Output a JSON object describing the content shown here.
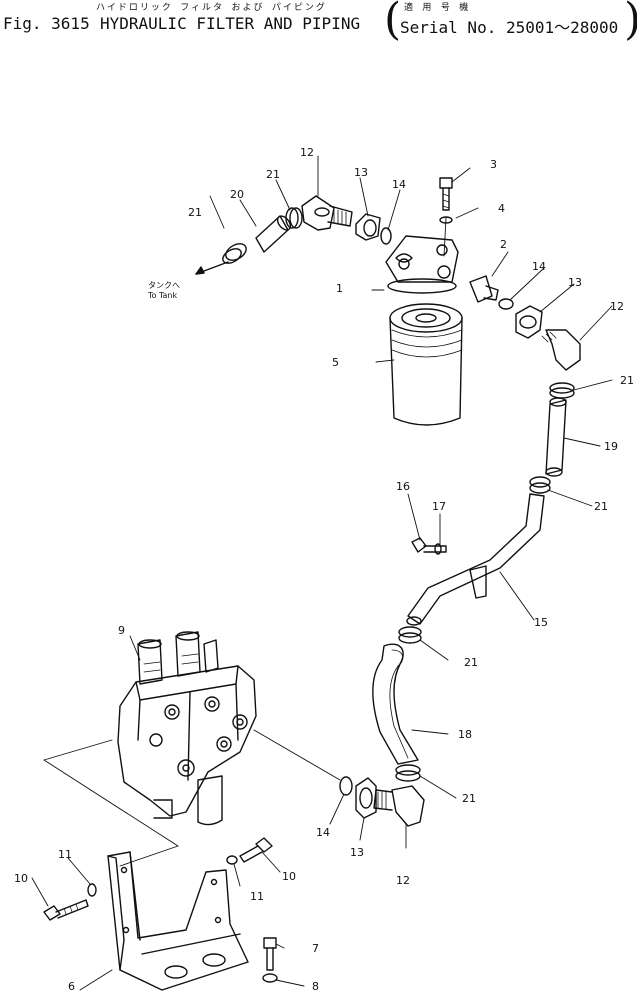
{
  "header": {
    "figure": "Fig. 3615",
    "title_ja": "ハイドロリック フィルタ および パイピング",
    "title_en": "HYDRAULIC FILTER AND PIPING",
    "applic_ja": "適 用 号 機",
    "serial": "Serial No. 25001～28000"
  },
  "annotations": {
    "tank_ja": "タンクへ",
    "tank_en": "To Tank"
  },
  "callouts": [
    "1",
    "2",
    "3",
    "4",
    "5",
    "6",
    "7",
    "8",
    "9",
    "10",
    "10",
    "11",
    "11",
    "12",
    "12",
    "12",
    "13",
    "13",
    "13",
    "14",
    "14",
    "14",
    "15",
    "16",
    "17",
    "18",
    "19",
    "20",
    "21",
    "21",
    "21",
    "21",
    "21",
    "21"
  ]
}
